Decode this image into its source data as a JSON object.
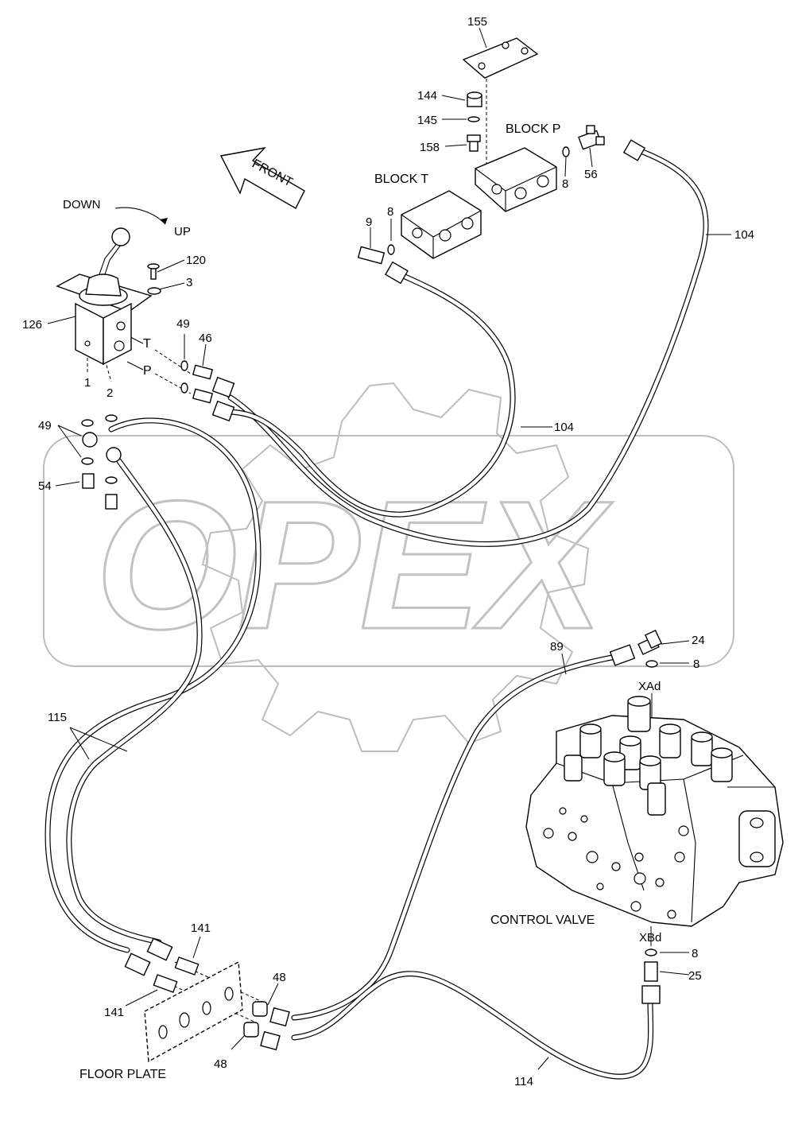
{
  "watermark": {
    "text": "OPEX"
  },
  "labels": {
    "front_arrow": "FRONT",
    "down": "DOWN",
    "up": "UP",
    "block_t": "BLOCK T",
    "block_p": "BLOCK P",
    "port_t": "T",
    "port_p": "P",
    "control_valve": "CONTROL VALVE",
    "floor_plate": "FLOOR PLATE",
    "xad": "XAd",
    "xbd": "XBd"
  },
  "part_numbers": {
    "p155": "155",
    "p144": "144",
    "p145": "145",
    "p158": "158",
    "p56": "56",
    "p8_block_p": "8",
    "p8_block_t": "8",
    "p9": "9",
    "p104_right": "104",
    "p104_mid": "104",
    "p120": "120",
    "p3": "3",
    "p126": "126",
    "p49_top": "49",
    "p46": "46",
    "p1": "1",
    "p2": "2",
    "p49_left": "49",
    "p54": "54",
    "p89": "89",
    "p24": "24",
    "p8_valve_top": "8",
    "p115": "115",
    "p141_top": "141",
    "p141_bottom": "141",
    "p48_top": "48",
    "p48_bottom": "48",
    "p8_valve_bottom": "8",
    "p25": "25",
    "p114": "114"
  }
}
